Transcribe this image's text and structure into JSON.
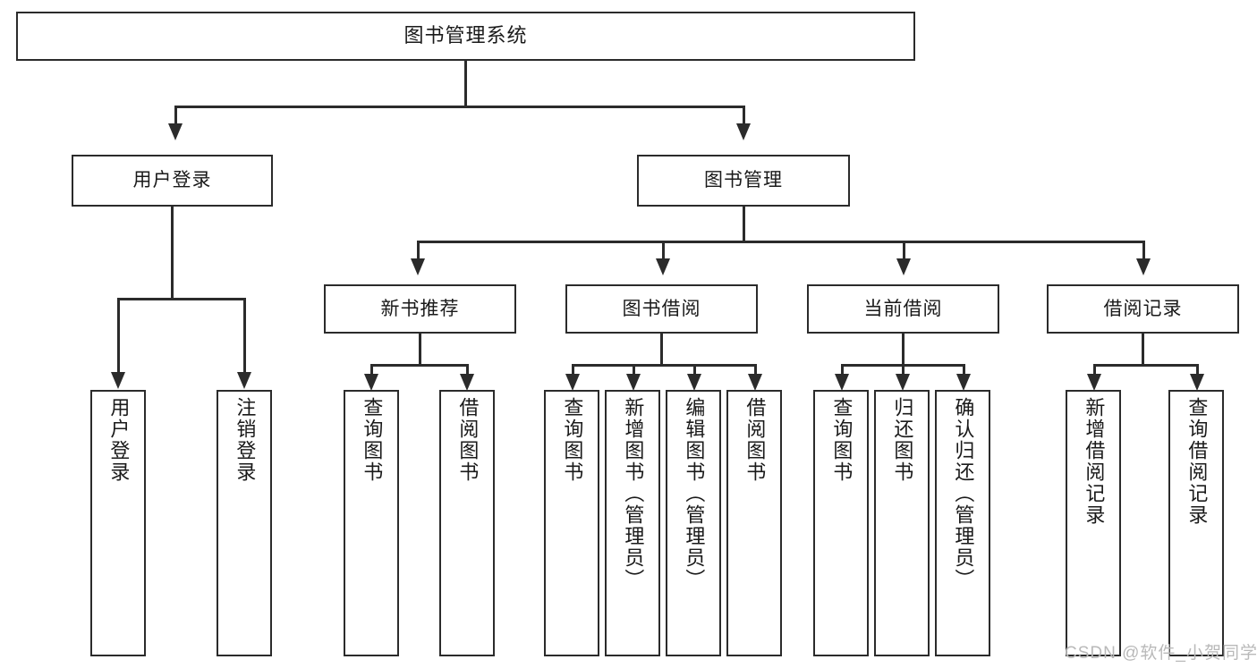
{
  "diagram": {
    "type": "tree-hierarchy-diagram",
    "title": "图书管理系统",
    "watermark": "CSDN @软件_小贺同学",
    "colors": {
      "stroke": "#2b2b2b",
      "fill": "#ffffff",
      "text": "#1a1a1a",
      "watermark": "#b9b9b9"
    },
    "levels": {
      "root": {
        "label": "图书管理系统"
      },
      "level2": [
        {
          "id": "user-login",
          "label": "用户登录"
        },
        {
          "id": "book-manage",
          "label": "图书管理"
        }
      ],
      "level3": [
        {
          "id": "new-book-recommend",
          "label": "新书推荐",
          "parent": "book-manage"
        },
        {
          "id": "book-borrow",
          "label": "图书借阅",
          "parent": "book-manage"
        },
        {
          "id": "current-borrow",
          "label": "当前借阅",
          "parent": "book-manage"
        },
        {
          "id": "borrow-record",
          "label": "借阅记录",
          "parent": "book-manage"
        }
      ],
      "leaves": {
        "user-login": [
          {
            "id": "leaf-user-login",
            "label": "用户登录"
          },
          {
            "id": "leaf-logout",
            "label": "注销登录"
          }
        ],
        "new-book-recommend": [
          {
            "id": "leaf-query-book-1",
            "label": "查询图书"
          },
          {
            "id": "leaf-borrow-book-1",
            "label": "借阅图书"
          }
        ],
        "book-borrow": [
          {
            "id": "leaf-query-book-2",
            "label": "查询图书"
          },
          {
            "id": "leaf-add-book",
            "label": "新增图书（管理员）"
          },
          {
            "id": "leaf-edit-book",
            "label": "编辑图书（管理员）"
          },
          {
            "id": "leaf-borrow-book-2",
            "label": "借阅图书"
          }
        ],
        "current-borrow": [
          {
            "id": "leaf-query-book-3",
            "label": "查询图书"
          },
          {
            "id": "leaf-return-book",
            "label": "归还图书"
          },
          {
            "id": "leaf-confirm-return",
            "label": "确认归还（管理员）"
          }
        ],
        "borrow-record": [
          {
            "id": "leaf-add-record",
            "label": "新增借阅记录"
          },
          {
            "id": "leaf-query-record",
            "label": "查询借阅记录"
          }
        ]
      }
    }
  }
}
